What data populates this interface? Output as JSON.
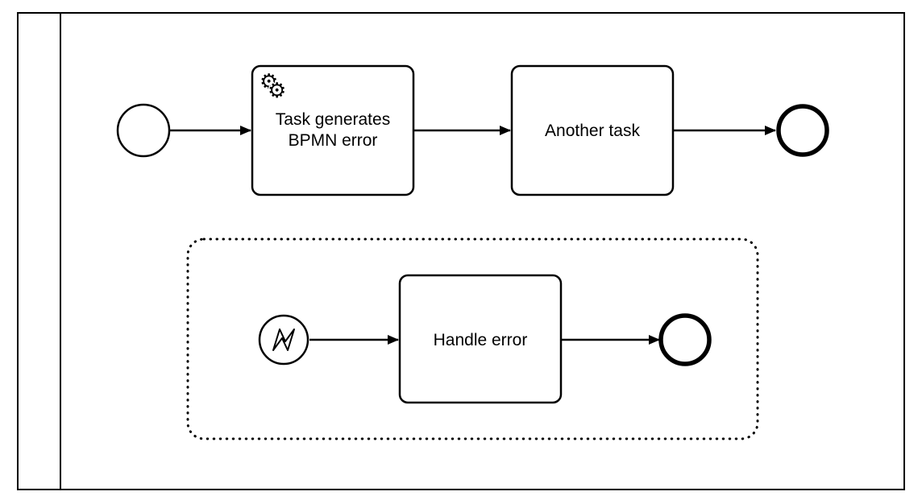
{
  "colors": {
    "stroke": "#000000",
    "fill": "#ffffff",
    "background": "#ffffff"
  },
  "pool": {
    "label": ""
  },
  "main_flow": {
    "start_event": {
      "type": "start-event"
    },
    "service_task": {
      "label_line1": "Task generates",
      "label_line2": "BPMN error",
      "icon": "service-gear-icon",
      "gear_glyph": "⚙"
    },
    "another_task": {
      "label": "Another task"
    },
    "end_event": {
      "type": "end-event"
    }
  },
  "event_subprocess": {
    "error_start_event": {
      "type": "error-start-event",
      "icon": "error-lightning-icon"
    },
    "handle_error_task": {
      "label": "Handle error"
    },
    "end_event": {
      "type": "end-event"
    }
  }
}
